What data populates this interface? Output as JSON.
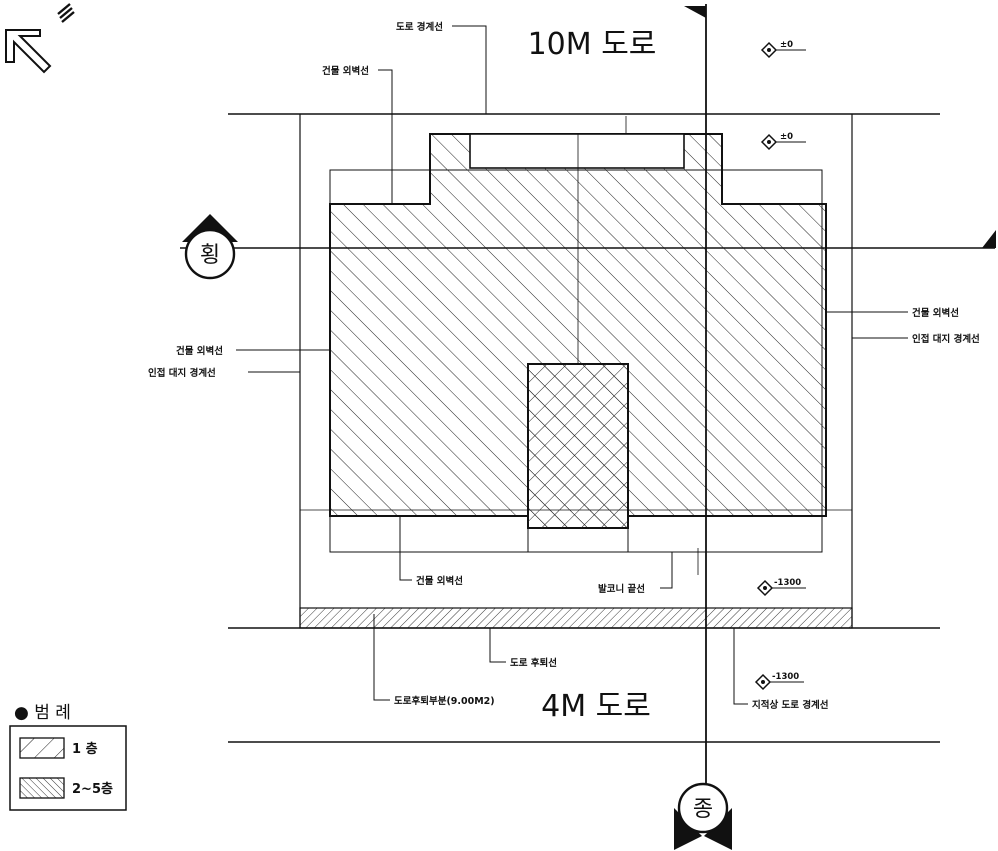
{
  "roads": {
    "top": "10M 도로",
    "bottom": "4M 도로"
  },
  "section_marks": {
    "horizontal": "횡",
    "vertical": "종"
  },
  "labels": {
    "road_boundary_top": "도로 경계선",
    "building_outline_top": "건물 외벽선",
    "building_outline_left": "건물 외벽선",
    "adjacent_boundary_left": "인접 대지 경계선",
    "building_outline_right": "건물 외벽선",
    "adjacent_boundary_right": "인접 대지 경계선",
    "building_outline_bottom": "건물 외벽선",
    "balcony_line": "발코니 끝선",
    "road_setback_line": "도로 후퇴선",
    "road_setback_area": "도로후퇴부분(9.00M2)",
    "road_boundary_bottom": "지적상 도로 경계선"
  },
  "levels": {
    "l1": "±0",
    "l2": "±0",
    "l3": "-1300",
    "l4": "-1300"
  },
  "legend": {
    "title": "● 범 례",
    "items": [
      {
        "label": "1   층"
      },
      {
        "label": "2~5층"
      }
    ]
  }
}
